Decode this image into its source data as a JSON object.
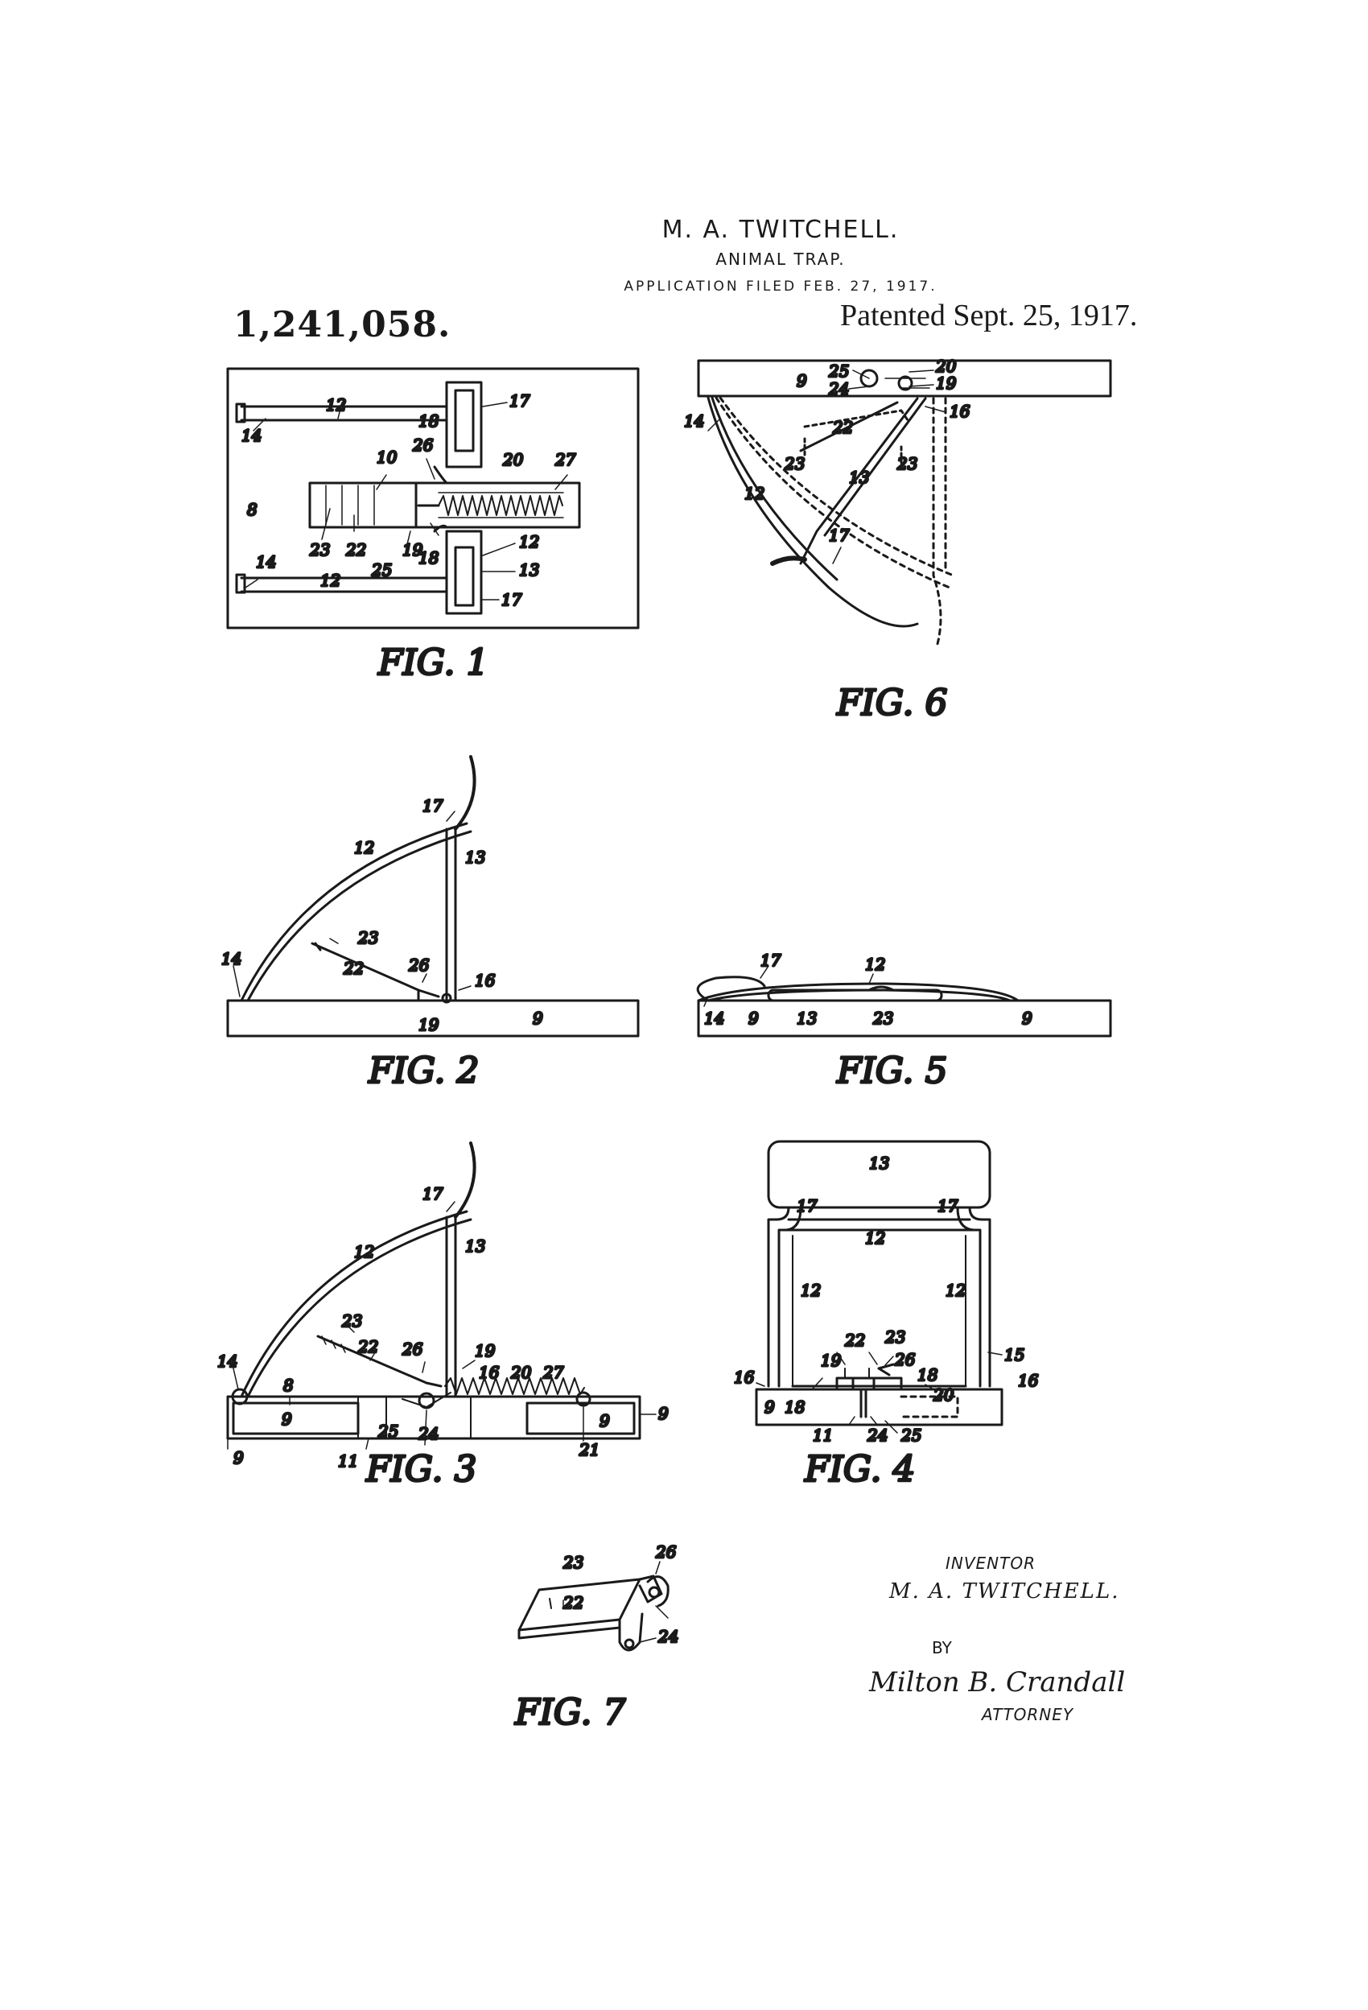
{
  "header": {
    "inventor": "M. A. TWITCHELL.",
    "title": "ANIMAL TRAP.",
    "filed": "APPLICATION FILED FEB. 27, 1917.",
    "patent_number": "1,241,058.",
    "patented": "Patented Sept. 25, 1917."
  },
  "figures": {
    "fig1": "FIG. 1",
    "fig2": "FIG. 2",
    "fig3": "FIG. 3",
    "fig4": "FIG. 4",
    "fig5": "FIG. 5",
    "fig6": "FIG. 6",
    "fig7": "FIG. 7"
  },
  "signature": {
    "inventor_label": "INVENTOR",
    "inventor_name": "M. A. TWITCHELL.",
    "by": "BY",
    "attorney_name": "Milton B. Crandall",
    "attorney_label": "ATTORNEY"
  },
  "labels": {
    "l8": "8",
    "l9": "9",
    "l10": "10",
    "l11": "11",
    "l12": "12",
    "l13": "13",
    "l14": "14",
    "l15": "15",
    "l16": "16",
    "l17": "17",
    "l18": "18",
    "l19": "19",
    "l20": "20",
    "l21": "21",
    "l22": "22",
    "l23": "23",
    "l24": "24",
    "l25": "25",
    "l26": "26",
    "l27": "27"
  },
  "colors": {
    "ink": "#1a1a1a",
    "paper": "#ffffff"
  }
}
